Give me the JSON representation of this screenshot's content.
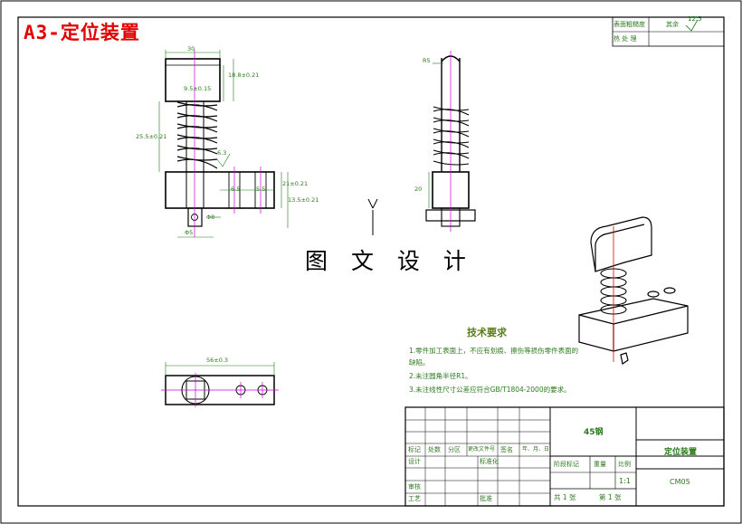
{
  "sheet": {
    "label": "A3-定位装置",
    "watermark": "图 文 设 计",
    "surface_note": {
      "left_label": "表面粗糙度",
      "value_label": "其余",
      "roughness": "12.5",
      "row2_label": "热 处 理"
    },
    "technical_requirements": {
      "title": "技术要求",
      "items": [
        "1.零件加工表面上，不应有划痕、擦伤等损伤零件表面的",
        "缺陷。",
        "2.未注圆角半径R1。",
        "3.未注线性尺寸公差应符合GB/T1804-2000的要求。"
      ]
    },
    "title_block": {
      "material": "45钢",
      "part_name": "定位装置",
      "drawing_no": "CM05",
      "scale": "1:1",
      "marker_label": "标记",
      "count_label": "处数",
      "zone_label": "分区",
      "change_doc_label": "更改文件号",
      "sign_label": "签名",
      "date_label": "年、月、日",
      "design_label": "设计",
      "standardize_label": "标准化",
      "stage_label": "阶段标记",
      "weight_label": "重量",
      "ratio_label": "比例",
      "review_label": "审核",
      "process_label": "工艺",
      "approve_label": "批准",
      "sheets": "共 1 张",
      "sheet_no": "第 1 张"
    },
    "dimensions": {
      "front_width": "30",
      "front_d1": "9.5±0.15",
      "front_d2": "18.8±0.21",
      "front_spring": "25.5±0.21",
      "front_surface": "6.3",
      "front_d3": "6.5",
      "front_d4": "5.5",
      "front_d5": "21±0.21",
      "front_d6": "13.5±0.21",
      "front_d7": "Φ8",
      "front_d8": "Φ5",
      "side_r": "R5",
      "side_h": "20",
      "top_length": "56±0.3"
    }
  }
}
